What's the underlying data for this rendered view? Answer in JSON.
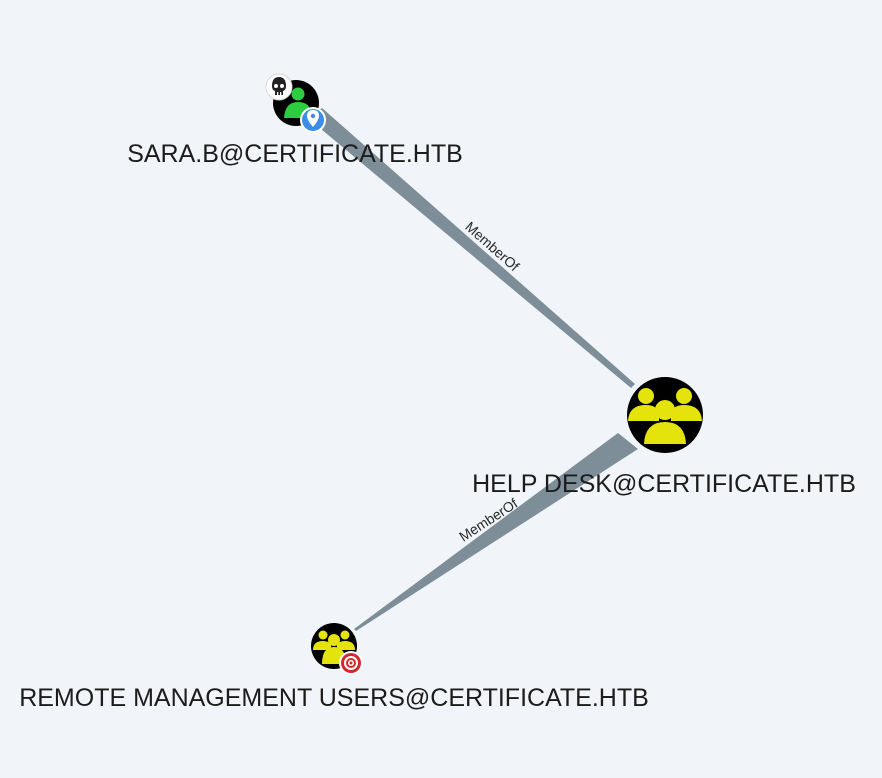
{
  "graph": {
    "nodes": [
      {
        "id": "sara",
        "label": "SARA.B@CERTIFICATE.HTB",
        "kind": "user",
        "badges": [
          "skull-icon",
          "location-pin-icon"
        ]
      },
      {
        "id": "helpdesk",
        "label": "HELP DESK@CERTIFICATE.HTB",
        "kind": "group",
        "badges": []
      },
      {
        "id": "rmu",
        "label": "REMOTE MANAGEMENT USERS@CERTIFICATE.HTB",
        "kind": "group",
        "badges": [
          "target-icon"
        ]
      }
    ],
    "edges": [
      {
        "from": "sara",
        "to": "helpdesk",
        "label": "MemberOf"
      },
      {
        "from": "helpdesk",
        "to": "rmu",
        "label": "MemberOf"
      }
    ]
  },
  "colors": {
    "background": "#f1f4f9",
    "edge": "#7d8e98",
    "node_fill": "#000000",
    "user_icon": "#2ecc40",
    "group_icon": "#e4e40c",
    "pin_badge": "#3b8ee8",
    "target_badge": "#d62828"
  }
}
